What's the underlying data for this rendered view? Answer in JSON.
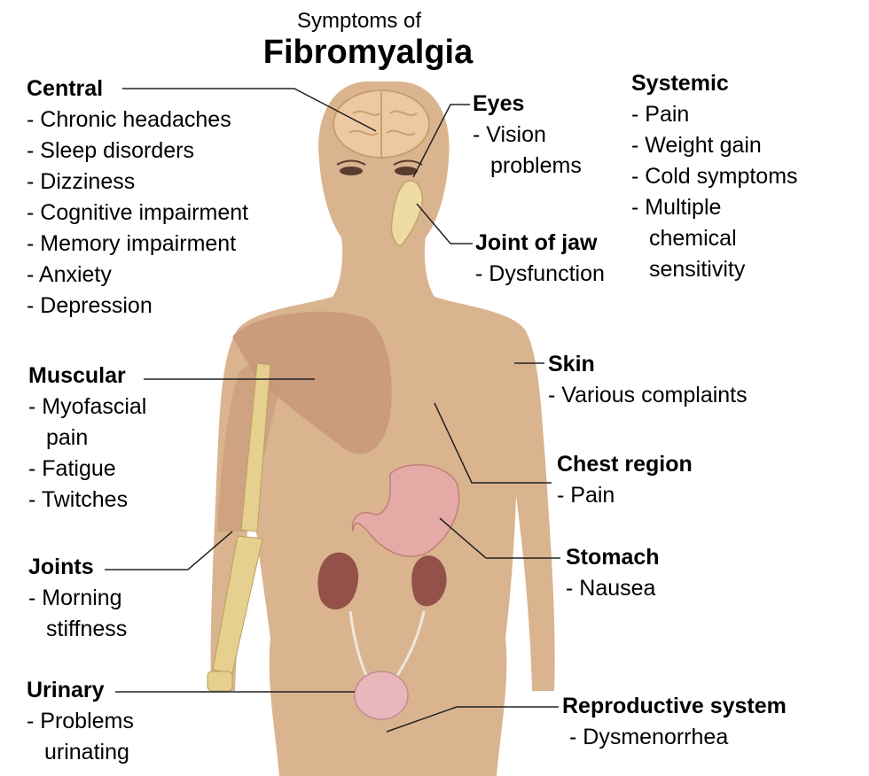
{
  "title": {
    "line1": "Symptoms of",
    "line2": "Fibromyalgia"
  },
  "colors": {
    "skin": "#d9b48f",
    "muscle": "#c8977a",
    "bone": "#e6d08f",
    "stomach": "#e6aaa6",
    "kidney": "#93514a",
    "brain": "#edc9a1",
    "line": "#222222"
  },
  "groups": {
    "central": {
      "heading": "Central",
      "items": [
        "- Chronic headaches",
        "- Sleep disorders",
        "- Dizziness",
        "- Cognitive impairment",
        "- Memory impairment",
        "- Anxiety",
        "- Depression"
      ]
    },
    "eyes": {
      "heading": "Eyes",
      "items": [
        "- Vision",
        "problems"
      ]
    },
    "systemic": {
      "heading": "Systemic",
      "items": [
        "- Pain",
        "- Weight gain",
        "- Cold symptoms",
        "- Multiple",
        "chemical",
        "sensitivity"
      ]
    },
    "jaw": {
      "heading": "Joint of jaw",
      "items": [
        "- Dysfunction"
      ]
    },
    "muscular": {
      "heading": "Muscular",
      "items": [
        "- Myofascial",
        "pain",
        "- Fatigue",
        "- Twitches"
      ]
    },
    "skin": {
      "heading": "Skin",
      "items": [
        "- Various complaints"
      ]
    },
    "chest": {
      "heading": "Chest region",
      "items": [
        "- Pain"
      ]
    },
    "joints": {
      "heading": "Joints",
      "items": [
        "- Morning",
        "stiffness"
      ]
    },
    "stomach": {
      "heading": "Stomach",
      "items": [
        "- Nausea"
      ]
    },
    "urinary": {
      "heading": "Urinary",
      "items": [
        "- Problems",
        "urinating"
      ]
    },
    "reproductive": {
      "heading": "Reproductive system",
      "items": [
        "- Dysmenorrhea"
      ]
    }
  }
}
